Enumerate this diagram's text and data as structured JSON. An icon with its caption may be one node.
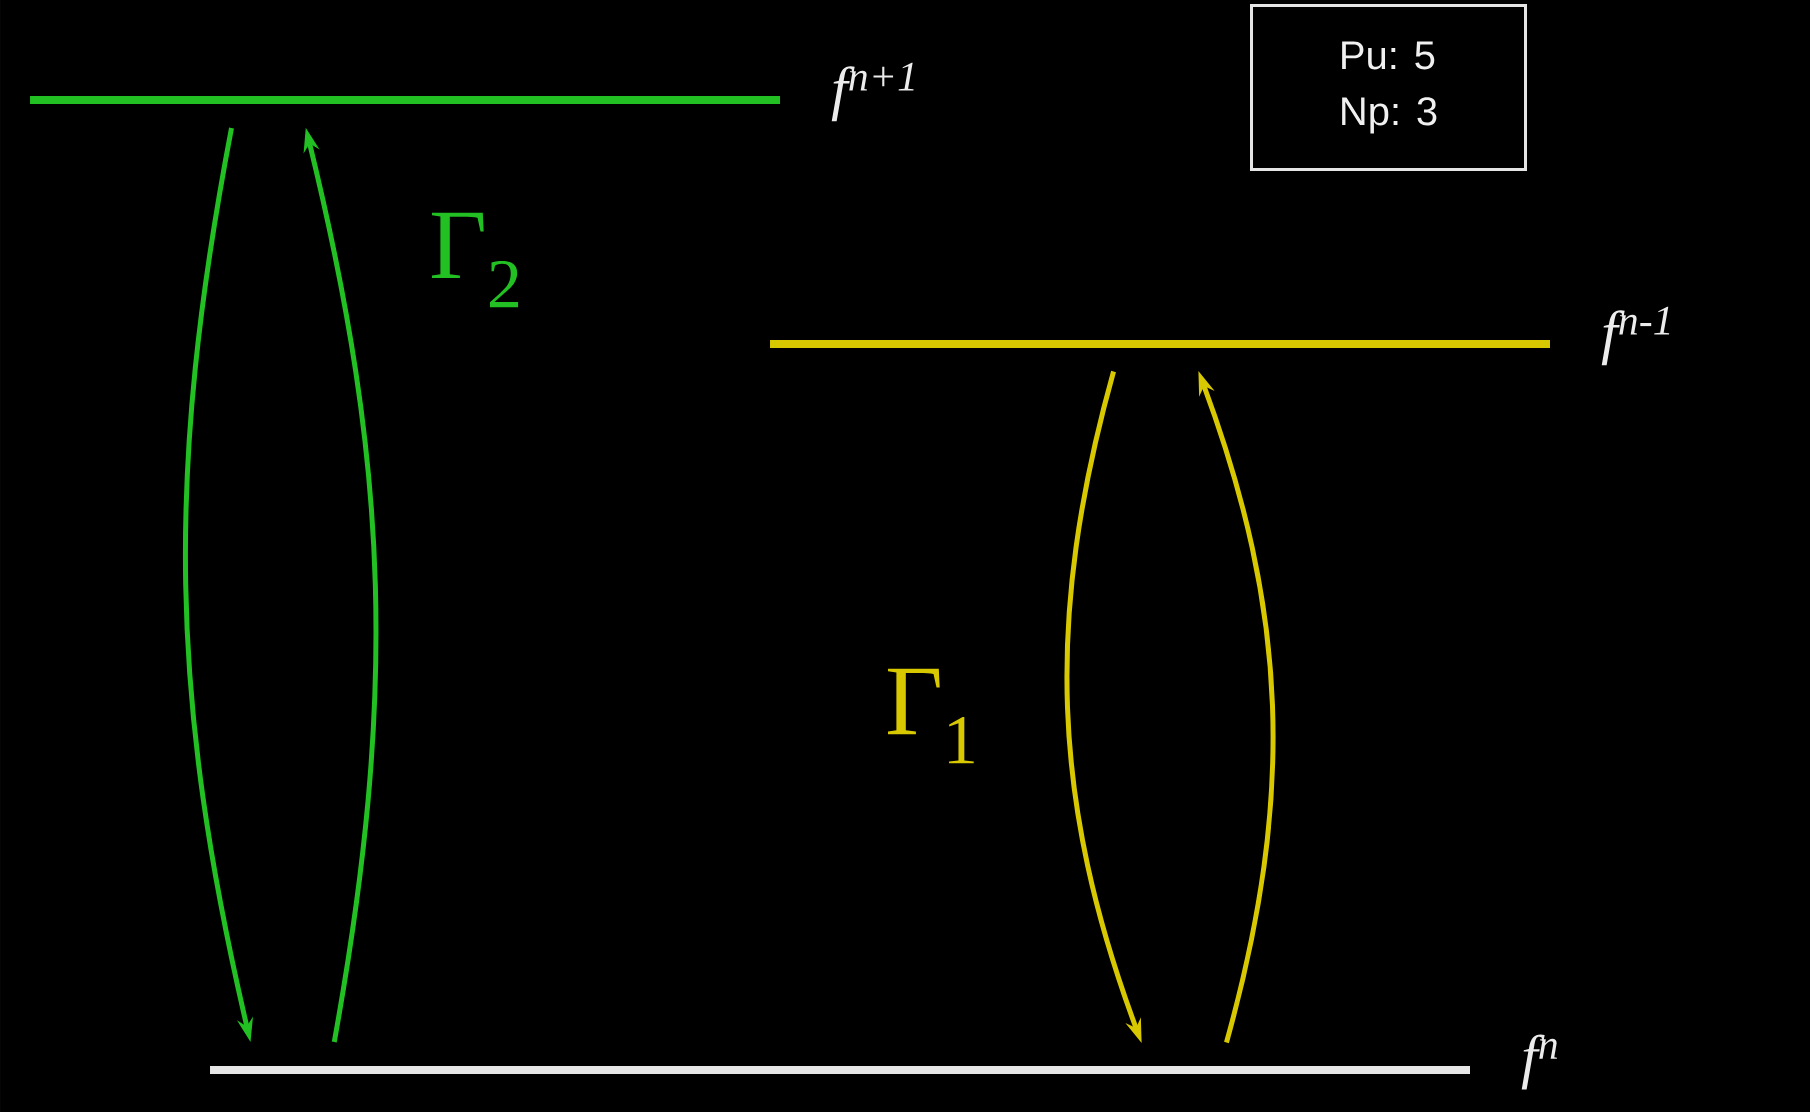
{
  "diagram": {
    "nodes": [
      {
        "text": [],
        "shape": "bar",
        "beside": [
          "f$^{n+1}$"
        ]
      },
      {
        "text": [
          "Pu: 5",
          "Np: 3"
        ]
      },
      {
        "text": [],
        "shape": "bar",
        "beside": [
          "f$^{n-1}$"
        ]
      },
      {
        "text": [],
        "shape": "bar",
        "beside": [
          "f$^{n}$"
        ]
      }
    ],
    "edges": [
      {
        "from": 0,
        "to": 3,
        "arrow": "to",
        "color": "#22c022"
      },
      {
        "from": 3,
        "to": 0,
        "arrow": "to",
        "color": "#22c022",
        "label": "Γ$_{2}$"
      },
      {
        "from": 2,
        "to": 3,
        "arrow": "to",
        "color": "#d8c800",
        "label": "Γ$_{1}$"
      },
      {
        "from": 3,
        "to": 2,
        "arrow": "to",
        "color": "#d8c800"
      }
    ]
  }
}
